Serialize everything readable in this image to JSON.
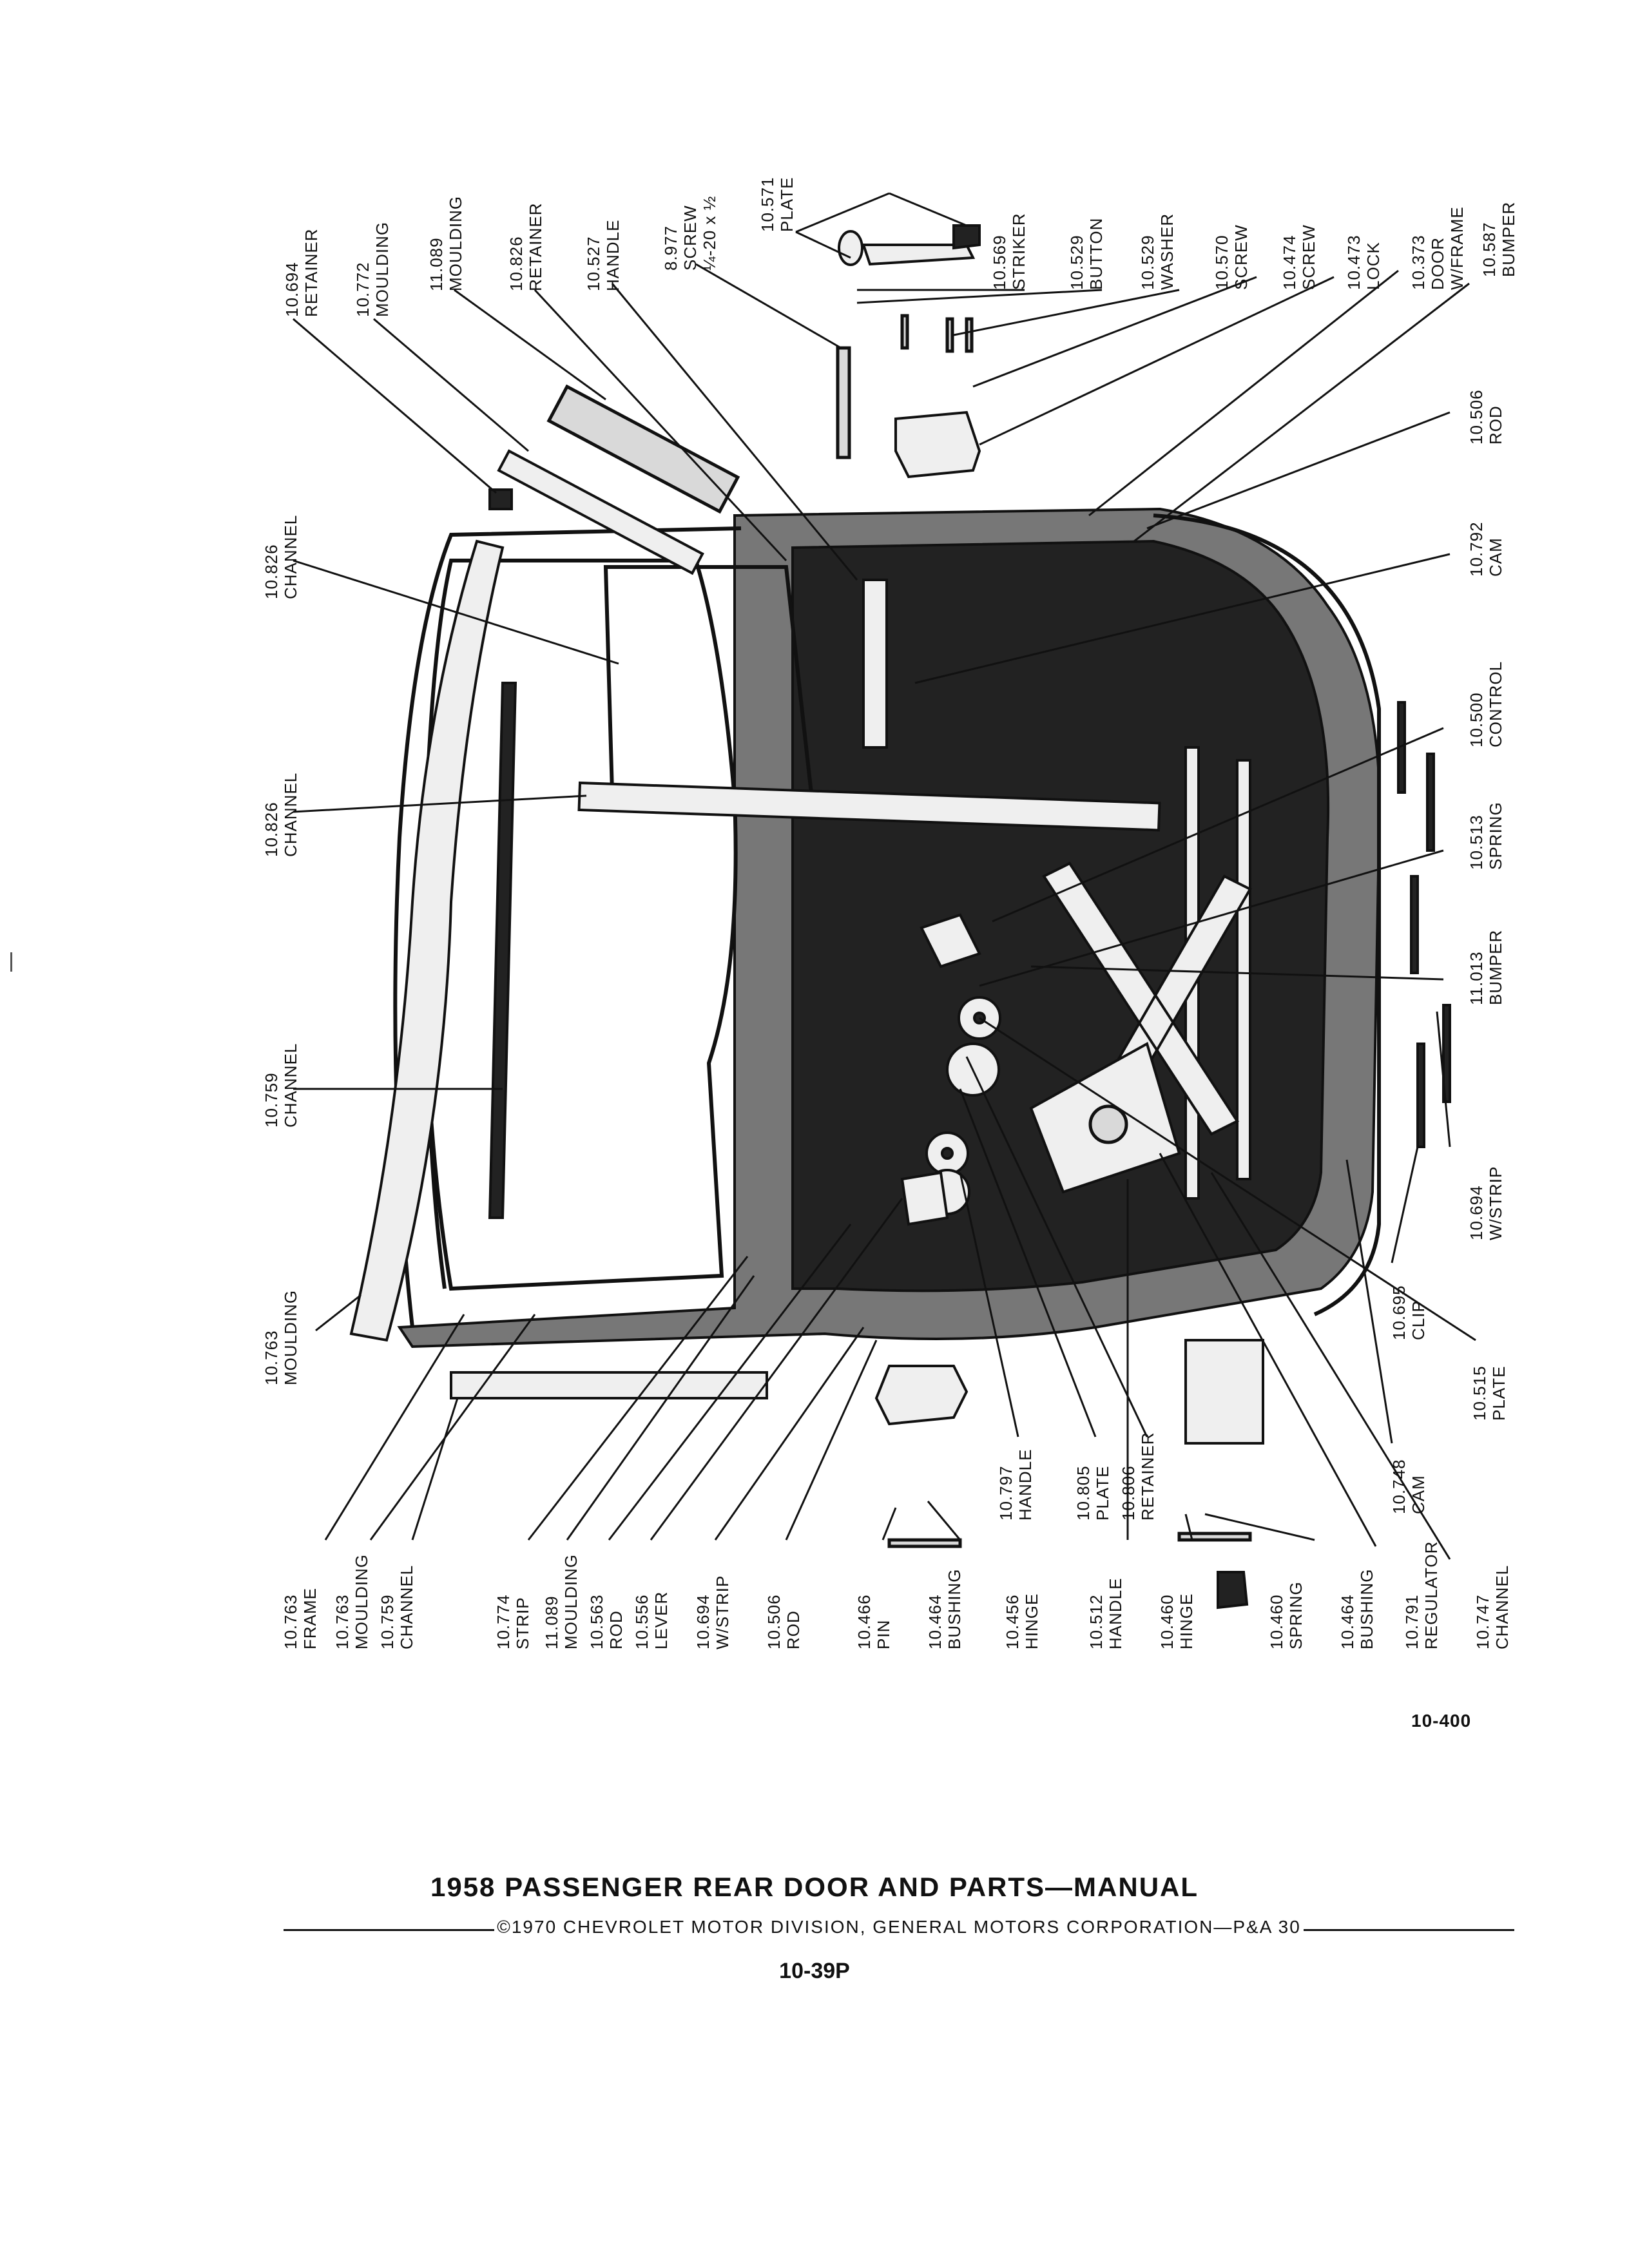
{
  "diagram": {
    "parts": [
      {
        "id": "p01",
        "number": "10.694",
        "name": "RETAINER"
      },
      {
        "id": "p02",
        "number": "10.772",
        "name": "MOULDING"
      },
      {
        "id": "p03",
        "number": "11.089",
        "name": "MOULDING"
      },
      {
        "id": "p04",
        "number": "10.826",
        "name": "RETAINER"
      },
      {
        "id": "p05",
        "number": "10.527",
        "name": "HANDLE"
      },
      {
        "id": "p06",
        "number": "8.977",
        "name": "SCREW",
        "extra": "¼-20 x ½"
      },
      {
        "id": "p07",
        "number": "10.571",
        "name": "PLATE"
      },
      {
        "id": "p08",
        "number": "10.569",
        "name": "STRIKER"
      },
      {
        "id": "p09",
        "number": "10.529",
        "name": "BUTTON"
      },
      {
        "id": "p10",
        "number": "10.529",
        "name": "WASHER"
      },
      {
        "id": "p11",
        "number": "10.570",
        "name": "SCREW"
      },
      {
        "id": "p12",
        "number": "10.474",
        "name": "SCREW"
      },
      {
        "id": "p13",
        "number": "10.473",
        "name": "LOCK"
      },
      {
        "id": "p14",
        "number": "10.373",
        "name": "DOOR",
        "extra": "W/FRAME"
      },
      {
        "id": "p15",
        "number": "10.587",
        "name": "BUMPER"
      },
      {
        "id": "p16",
        "number": "10.506",
        "name": "ROD"
      },
      {
        "id": "p17",
        "number": "10.792",
        "name": "CAM"
      },
      {
        "id": "p18",
        "number": "10.500",
        "name": "CONTROL"
      },
      {
        "id": "p19",
        "number": "10.513",
        "name": "SPRING"
      },
      {
        "id": "p20",
        "number": "11.013",
        "name": "BUMPER"
      },
      {
        "id": "p21",
        "number": "10.694",
        "name": "W/STRIP"
      },
      {
        "id": "p22",
        "number": "10.695",
        "name": "CLIP"
      },
      {
        "id": "p23",
        "number": "10.515",
        "name": "PLATE"
      },
      {
        "id": "p24",
        "number": "10.748",
        "name": "CAM"
      },
      {
        "id": "p25",
        "number": "10.826",
        "name": "CHANNEL"
      },
      {
        "id": "p26",
        "number": "10.826",
        "name": "CHANNEL"
      },
      {
        "id": "p27",
        "number": "10.759",
        "name": "CHANNEL"
      },
      {
        "id": "p28",
        "number": "10.763",
        "name": "MOULDING"
      },
      {
        "id": "p29",
        "number": "10.763",
        "name": "FRAME"
      },
      {
        "id": "p30",
        "number": "10.763",
        "name": "MOULDING"
      },
      {
        "id": "p31",
        "number": "10.759",
        "name": "CHANNEL"
      },
      {
        "id": "p32",
        "number": "10.774",
        "name": "STRIP"
      },
      {
        "id": "p33",
        "number": "11.089",
        "name": "MOULDING"
      },
      {
        "id": "p34",
        "number": "10.563",
        "name": "ROD"
      },
      {
        "id": "p35",
        "number": "10.556",
        "name": "LEVER"
      },
      {
        "id": "p36",
        "number": "10.694",
        "name": "W/STRIP"
      },
      {
        "id": "p37",
        "number": "10.506",
        "name": "ROD"
      },
      {
        "id": "p38",
        "number": "10.466",
        "name": "PIN"
      },
      {
        "id": "p39",
        "number": "10.464",
        "name": "BUSHING"
      },
      {
        "id": "p40",
        "number": "10.456",
        "name": "HINGE"
      },
      {
        "id": "p41",
        "number": "10.797",
        "name": "HANDLE"
      },
      {
        "id": "p42",
        "number": "10.805",
        "name": "PLATE"
      },
      {
        "id": "p43",
        "number": "10.806",
        "name": "RETAINER"
      },
      {
        "id": "p44",
        "number": "10.512",
        "name": "HANDLE"
      },
      {
        "id": "p45",
        "number": "10.460",
        "name": "HINGE"
      },
      {
        "id": "p46",
        "number": "10.460",
        "name": "SPRING"
      },
      {
        "id": "p47",
        "number": "10.464",
        "name": "BUSHING"
      },
      {
        "id": "p48",
        "number": "10.791",
        "name": "REGULATOR"
      },
      {
        "id": "p49",
        "number": "10.747",
        "name": "CHANNEL"
      }
    ]
  },
  "footer": {
    "figure_number": "10-400",
    "title": "1958 PASSENGER REAR DOOR AND PARTS—MANUAL",
    "copyright": "©1970 CHEVROLET MOTOR DIVISION, GENERAL MOTORS CORPORATION—P&A 30",
    "page_number": "10-39P"
  }
}
